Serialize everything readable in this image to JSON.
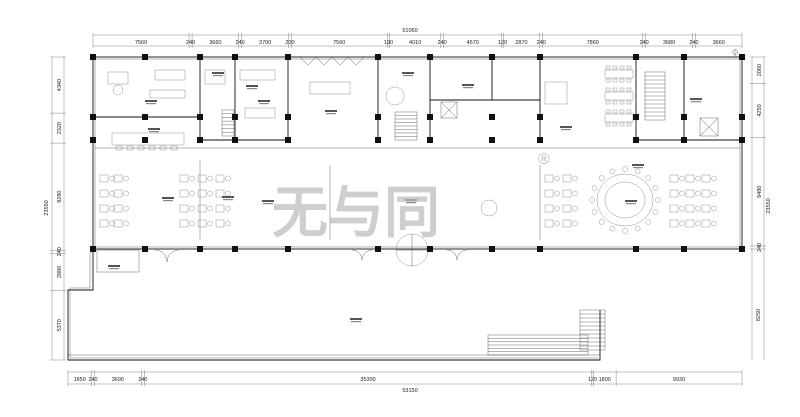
{
  "dimensions": {
    "top_total": "51060",
    "top_segments": [
      "7560",
      "240",
      "3660",
      "240",
      "3700",
      "200",
      "7560",
      "190",
      "4010",
      "240",
      "4570",
      "120",
      "2870",
      "240",
      "7860",
      "240",
      "3680",
      "240",
      "3660"
    ],
    "bottom_total": "53150",
    "bottom_segments": [
      "1850",
      "240",
      "3690",
      "240",
      "35300",
      "120",
      "1800",
      "9930"
    ],
    "left_total": "23550",
    "left_segments": [
      "4340",
      "2320",
      "8280",
      "240",
      "2880",
      "5370"
    ],
    "right_total_upper": "23550",
    "right_total_lower": "8250",
    "right_segments": [
      "2060",
      "4250",
      "8480",
      "240"
    ]
  },
  "watermark": {
    "text": "无与同",
    "registered": "®"
  }
}
